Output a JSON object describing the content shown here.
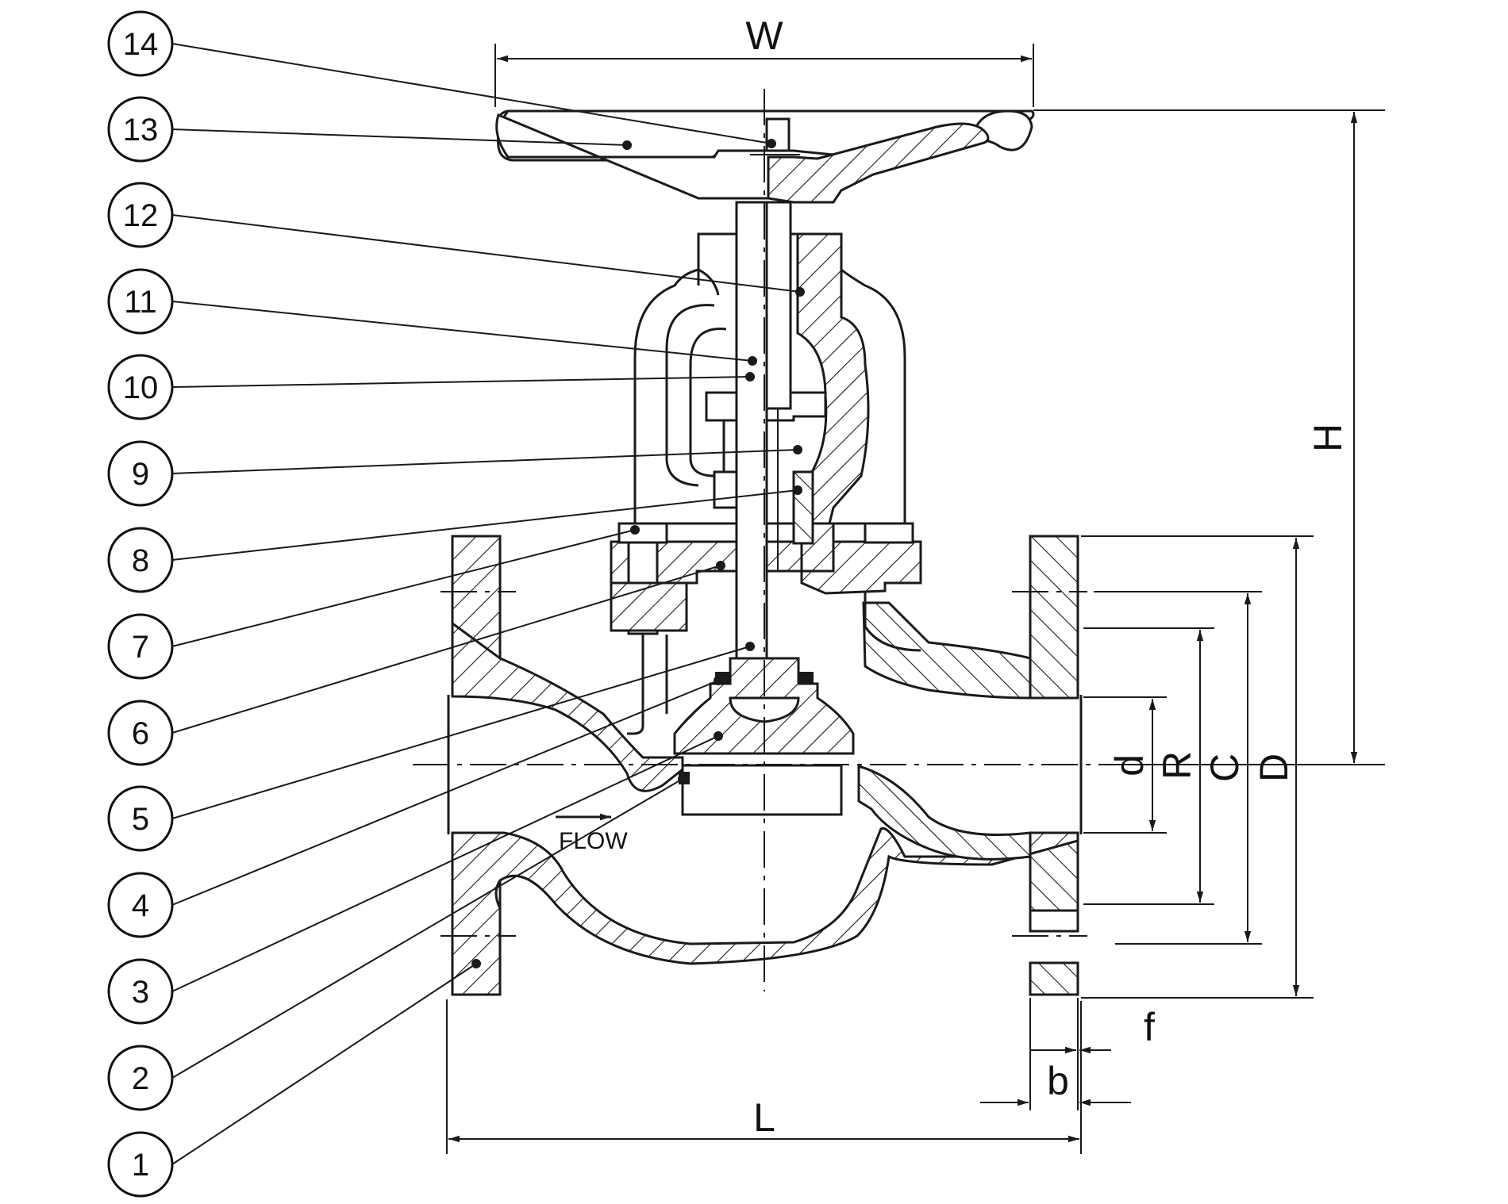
{
  "diagram": {
    "parts": [
      {
        "no": "14"
      },
      {
        "no": "13"
      },
      {
        "no": "12"
      },
      {
        "no": "11"
      },
      {
        "no": "10"
      },
      {
        "no": "9"
      },
      {
        "no": "8"
      },
      {
        "no": "7"
      },
      {
        "no": "6"
      },
      {
        "no": "5"
      },
      {
        "no": "4"
      },
      {
        "no": "3"
      },
      {
        "no": "2"
      },
      {
        "no": "1"
      }
    ],
    "dimensions": {
      "W": "W",
      "H": "H",
      "d": "d",
      "R": "R",
      "C": "C",
      "D": "D",
      "f": "f",
      "b": "b",
      "L": "L"
    },
    "flow_label": "FLOW"
  }
}
